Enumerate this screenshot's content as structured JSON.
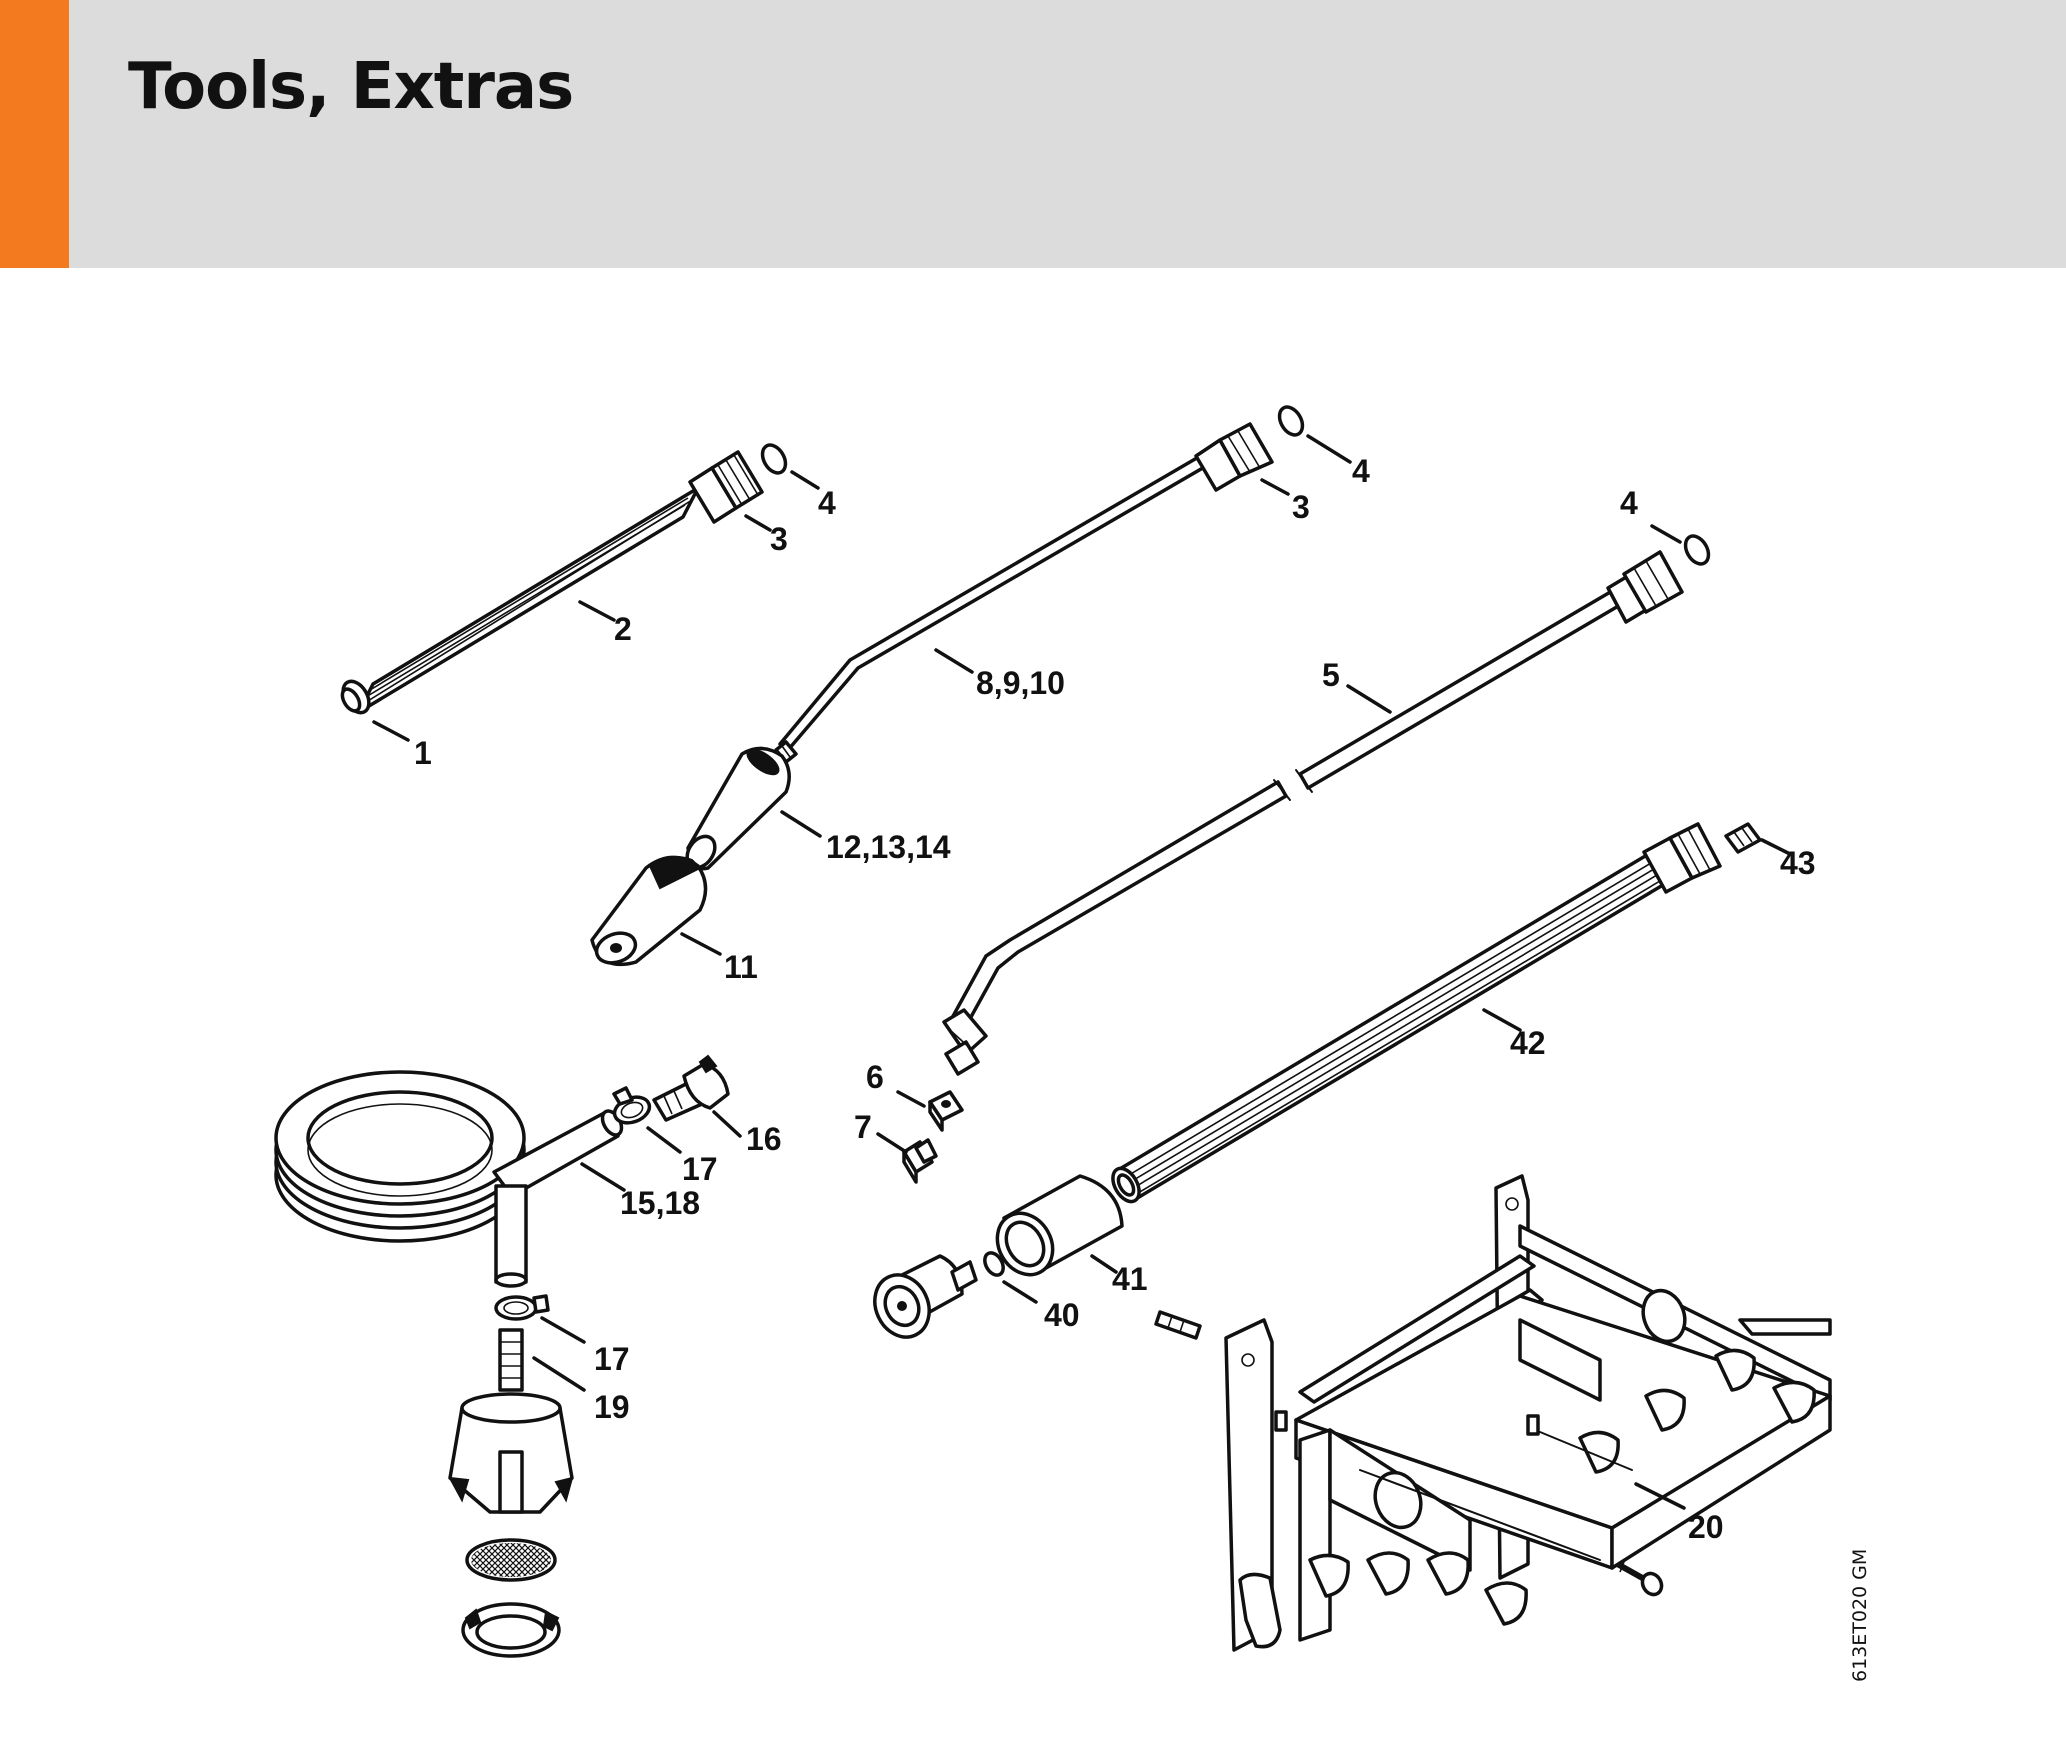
{
  "header": {
    "title": "Tools, Extras",
    "accent_color": "#f37a1f",
    "band_color": "#dcdcdc"
  },
  "diagram": {
    "drawing_code": "613ET020 GM",
    "callouts": {
      "c1": "1",
      "c2": "2",
      "c3a": "3",
      "c4a": "4",
      "c3b": "3",
      "c4b": "4",
      "c8_9_10": "8,9,10",
      "c4c": "4",
      "c5": "5",
      "c12_13_14": "12,13,14",
      "c11": "11",
      "c43": "43",
      "c42": "42",
      "c6": "6",
      "c7": "7",
      "c16": "16",
      "c17a": "17",
      "c15_18": "15,18",
      "c41": "41",
      "c40": "40",
      "c17b": "17",
      "c19": "19",
      "c20": "20"
    }
  }
}
